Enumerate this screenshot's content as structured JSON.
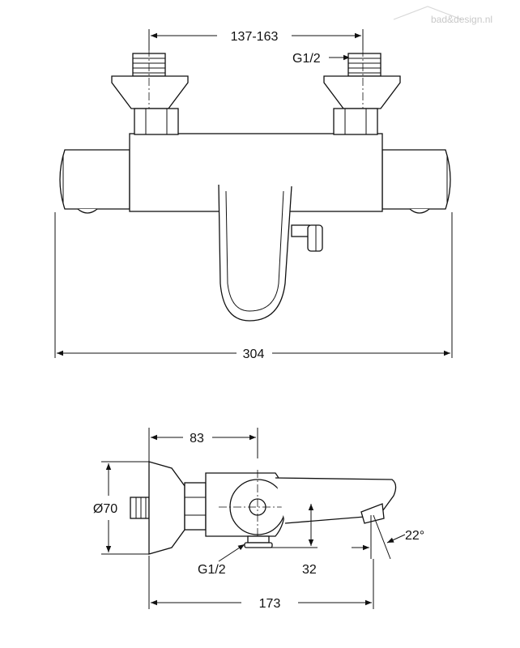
{
  "watermark": {
    "text": "bad&design.nl"
  },
  "front_view": {
    "dimension_top": "137-163",
    "thread_label": "G1/2",
    "dimension_width": "304"
  },
  "side_view": {
    "dimension_83": "83",
    "diameter_label": "Ø70",
    "thread_label": "G1/2",
    "dimension_32": "32",
    "angle_label": "22°",
    "dimension_173": "173"
  }
}
